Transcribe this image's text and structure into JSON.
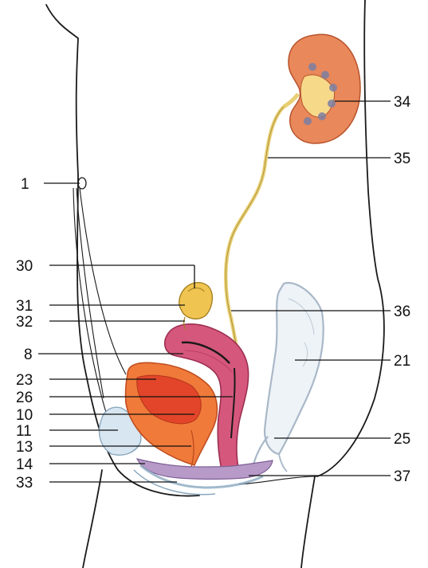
{
  "labels": {
    "l1": "1",
    "l30": "30",
    "l31": "31",
    "l32": "32",
    "l8": "8",
    "l23": "23",
    "l26": "26",
    "l10": "10",
    "l11": "11",
    "l13": "13",
    "l14": "14",
    "l33": "33",
    "l34": "34",
    "l35": "35",
    "l36": "36",
    "l21": "21",
    "l25": "25",
    "l37": "37"
  },
  "colors": {
    "kidney": "#e9885a",
    "kidney_inner": "#f7d98a",
    "ureter": "#e8cf73",
    "uterus": "#d6577c",
    "bladder": "#f07a3a",
    "bladder_inner": "#e2452a",
    "ovary": "#f0c451",
    "rectum_outline": "#a9b8c8",
    "pelvic_floor": "#b79ac8",
    "pubic_bone": "#c9dbe8"
  }
}
